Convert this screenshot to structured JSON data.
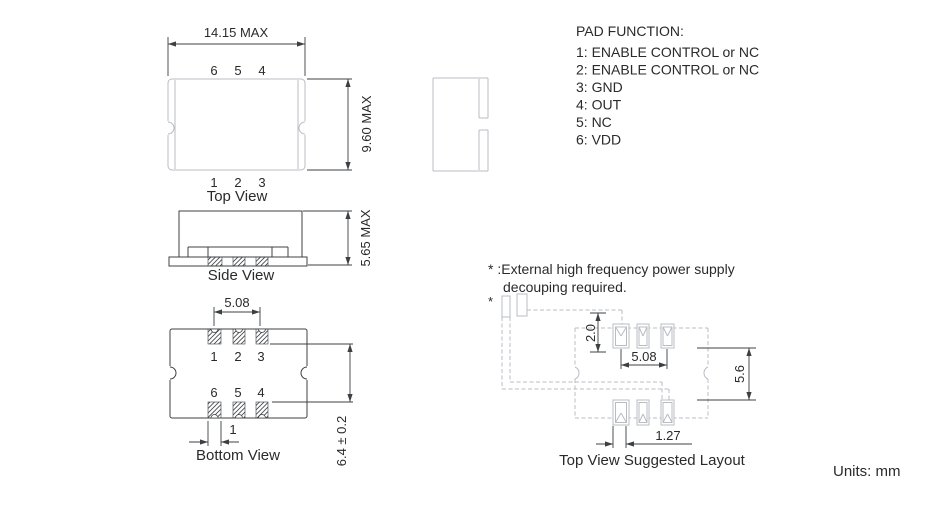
{
  "units_label": "Units: mm",
  "pad_function": {
    "title": "PAD FUNCTION:",
    "items": [
      "1: ENABLE CONTROL or NC",
      "2: ENABLE CONTROL or NC",
      "3: GND",
      "4: OUT",
      "5: NC",
      "6: VDD"
    ]
  },
  "note": {
    "line1": "* :External high frequency power supply",
    "line2": "decouping required.",
    "marker": "*"
  },
  "views": {
    "top": {
      "label": "Top View",
      "dim_width": "14.15 MAX",
      "dim_height": "9.60 MAX",
      "pins_top": [
        "6",
        "5",
        "4"
      ],
      "pins_bottom": [
        "1",
        "2",
        "3"
      ]
    },
    "side": {
      "label": "Side View",
      "dim_height": "5.65 MAX"
    },
    "bottom": {
      "label": "Bottom View",
      "dim_pitch": "5.08",
      "dim_pad_width": "1",
      "dim_span": "6.4 ± 0.2",
      "pins_top": [
        "1",
        "2",
        "3"
      ],
      "pins_bottom": [
        "6",
        "5",
        "4"
      ]
    },
    "layout": {
      "label": "Top View Suggested Layout",
      "dim_clearance": "2.0",
      "dim_pitch": "5.08",
      "dim_span": "5.6",
      "dim_pad_width": "1.27"
    }
  },
  "colors": {
    "background": "#ffffff",
    "line_dark": "#3c4043",
    "line_light": "#b8bcc3",
    "text": "#2a2a2a"
  }
}
